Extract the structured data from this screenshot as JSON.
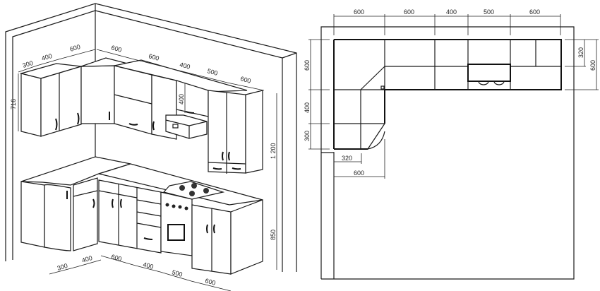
{
  "iso_view": {
    "upper_left_dims": [
      "300",
      "400",
      "600"
    ],
    "upper_right_dims": [
      "600",
      "600",
      "400",
      "500",
      "600"
    ],
    "upper_height": "716",
    "hood_gap": "400",
    "upper_clearance": "1 200",
    "base_height": "850",
    "base_left_dims": [
      "300",
      "400"
    ],
    "base_right_dims": [
      "600",
      "400",
      "500",
      "600"
    ]
  },
  "plan_view": {
    "top_dims": [
      "600",
      "600",
      "400",
      "500",
      "600"
    ],
    "left_dims": [
      "600",
      "400",
      "300"
    ],
    "right_dims": [
      "320",
      "600"
    ],
    "bottom_dims": [
      "320",
      "600"
    ]
  }
}
